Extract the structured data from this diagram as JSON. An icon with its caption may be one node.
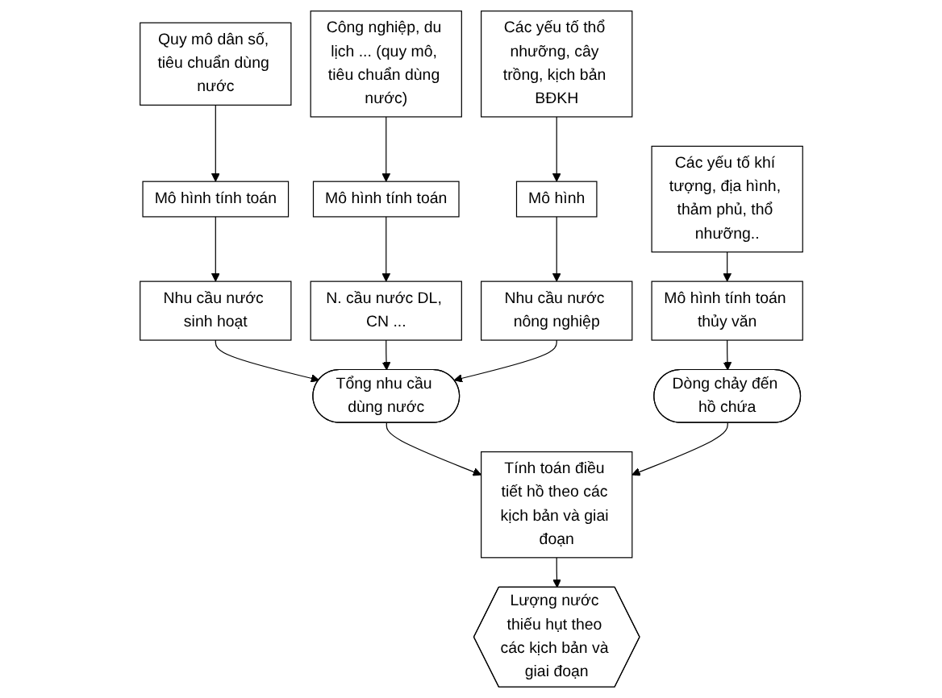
{
  "diagram": {
    "nodes": [
      {
        "text": [
          "Quy mô dân số, tiêu chuẩn dùng nước"
        ]
      },
      {
        "text": [
          "Công nghiệp, du lịch ... (quy mô, tiêu chuẩn dùng nước)"
        ]
      },
      {
        "text": [
          "Các yếu tố thổ nhưỡng, cây trồng, kịch bản BĐKH"
        ]
      },
      {
        "text": [
          "Các yếu tố khí tượng, địa hình, thảm phủ, thổ nhưỡng.."
        ]
      },
      {
        "text": [
          "Mô hình tính toán"
        ]
      },
      {
        "text": [
          "Mô hình tính toán"
        ]
      },
      {
        "text": [
          "Mô hình"
        ]
      },
      {
        "text": [
          "Nhu cầu nước sinh hoạt"
        ]
      },
      {
        "text": [
          "N. cầu nước DL, CN ..."
        ]
      },
      {
        "text": [
          "Nhu cầu nước nông nghiệp"
        ]
      },
      {
        "text": [
          "Mô hình tính toán thủy văn"
        ]
      },
      {
        "text": [
          "Tổng nhu cầu dùng nước"
        ]
      },
      {
        "text": [
          "Tính toán điều tiết hồ theo các kịch bản và giai đoạn"
        ]
      },
      {
        "text": [
          "Dòng chảy đến hồ chứa"
        ]
      },
      {
        "text": [
          "Lượng nước thiếu hụt theo các kịch bản và giai đoạn"
        ]
      }
    ],
    "edges": [
      {
        "from": 0,
        "to": 4,
        "arrow": "to"
      },
      {
        "from": 1,
        "to": 5,
        "arrow": "to"
      },
      {
        "from": 2,
        "to": 6,
        "arrow": "to"
      },
      {
        "from": 3,
        "to": 10,
        "arrow": "to"
      },
      {
        "from": 4,
        "to": 7,
        "arrow": "to"
      },
      {
        "from": 5,
        "to": 8,
        "arrow": "to"
      },
      {
        "from": 6,
        "to": 9,
        "arrow": "to"
      },
      {
        "from": 10,
        "to": 13,
        "arrow": "to"
      },
      {
        "from": 7,
        "to": 11,
        "arrow": "to"
      },
      {
        "from": 8,
        "to": 11,
        "arrow": "to"
      },
      {
        "from": 9,
        "to": 11,
        "arrow": "to"
      },
      {
        "from": 11,
        "to": 12,
        "arrow": "to"
      },
      {
        "from": 13,
        "to": 12,
        "arrow": "to"
      },
      {
        "from": 12,
        "to": 14,
        "arrow": "to"
      }
    ]
  }
}
